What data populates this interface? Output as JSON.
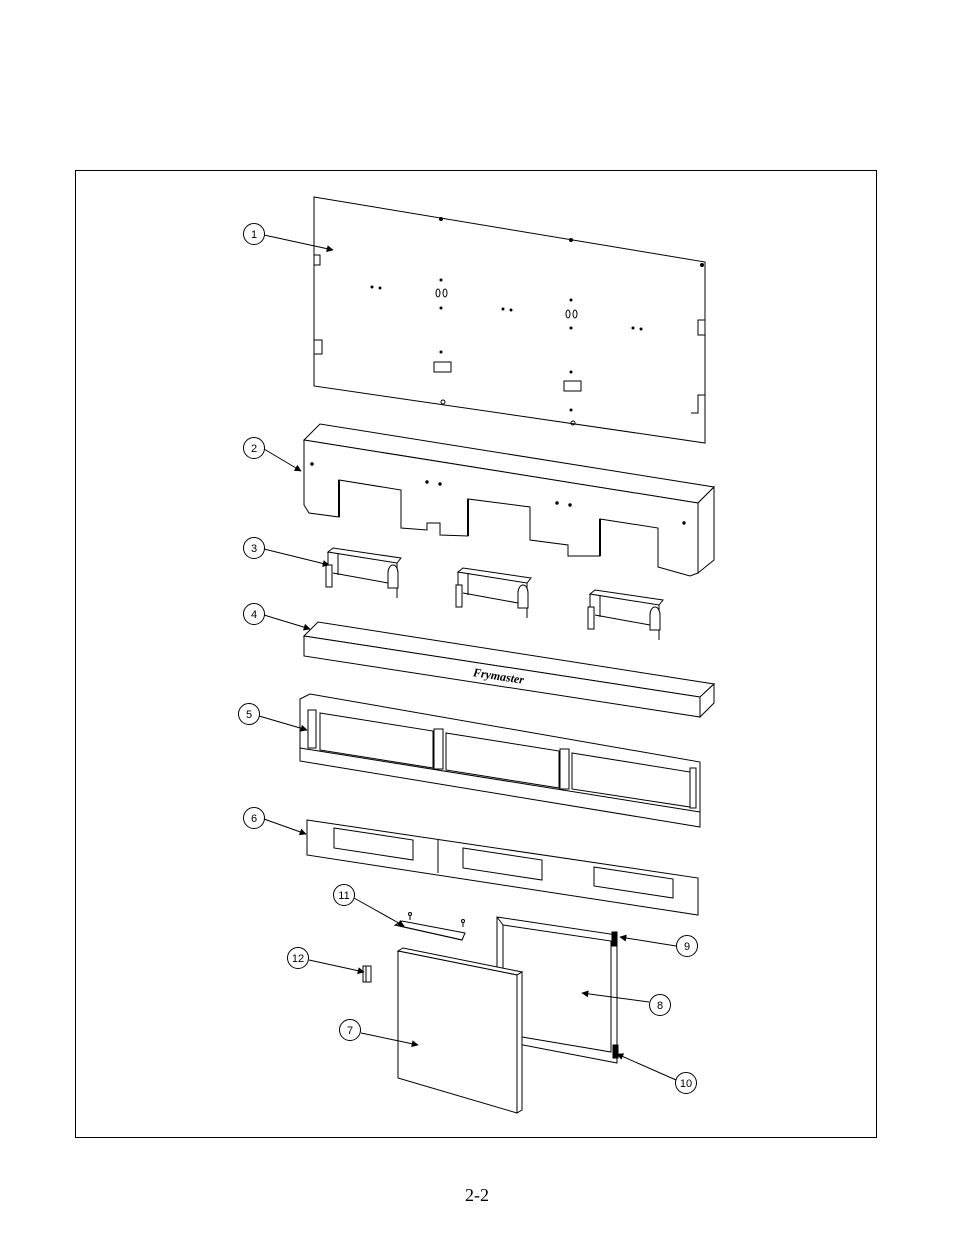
{
  "diagram": {
    "callouts": [
      "1",
      "2",
      "3",
      "4",
      "5",
      "6",
      "7",
      "8",
      "9",
      "10",
      "11",
      "12"
    ],
    "brand_text": "Frymaster"
  },
  "page_number": "2-2"
}
